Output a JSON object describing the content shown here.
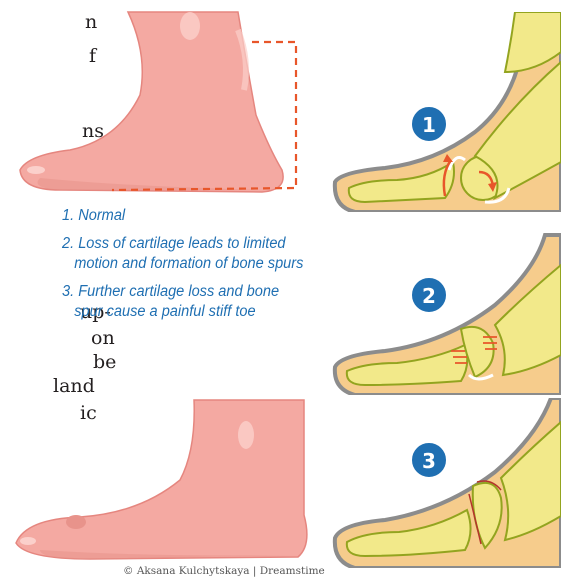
{
  "left_text_fragments": [
    "n",
    "f",
    "ns",
    "up-",
    "on",
    "be",
    "land",
    "ic"
  ],
  "legend": [
    "1. Normal",
    "2. Loss of cartilage leads to limited motion and formation of bone spurs",
    "3. Further cartilage loss and bone spur cause a painful stiff toe"
  ],
  "stages": [
    {
      "number": "1"
    },
    {
      "number": "2"
    },
    {
      "number": "3"
    }
  ],
  "credit": "© Aksana Kulchytskaya | Dreamstime",
  "colors": {
    "skin": "#f4a9a2",
    "skin_dark": "#e5867f",
    "bone": "#f2e98a",
    "bone_outline": "#93a41f",
    "flesh": "#f6cc8c",
    "foot_outline": "#8c8c8c",
    "badge": "#1f6fb2",
    "arrow": "#e8562a",
    "legend_text": "#1f6fb2"
  }
}
